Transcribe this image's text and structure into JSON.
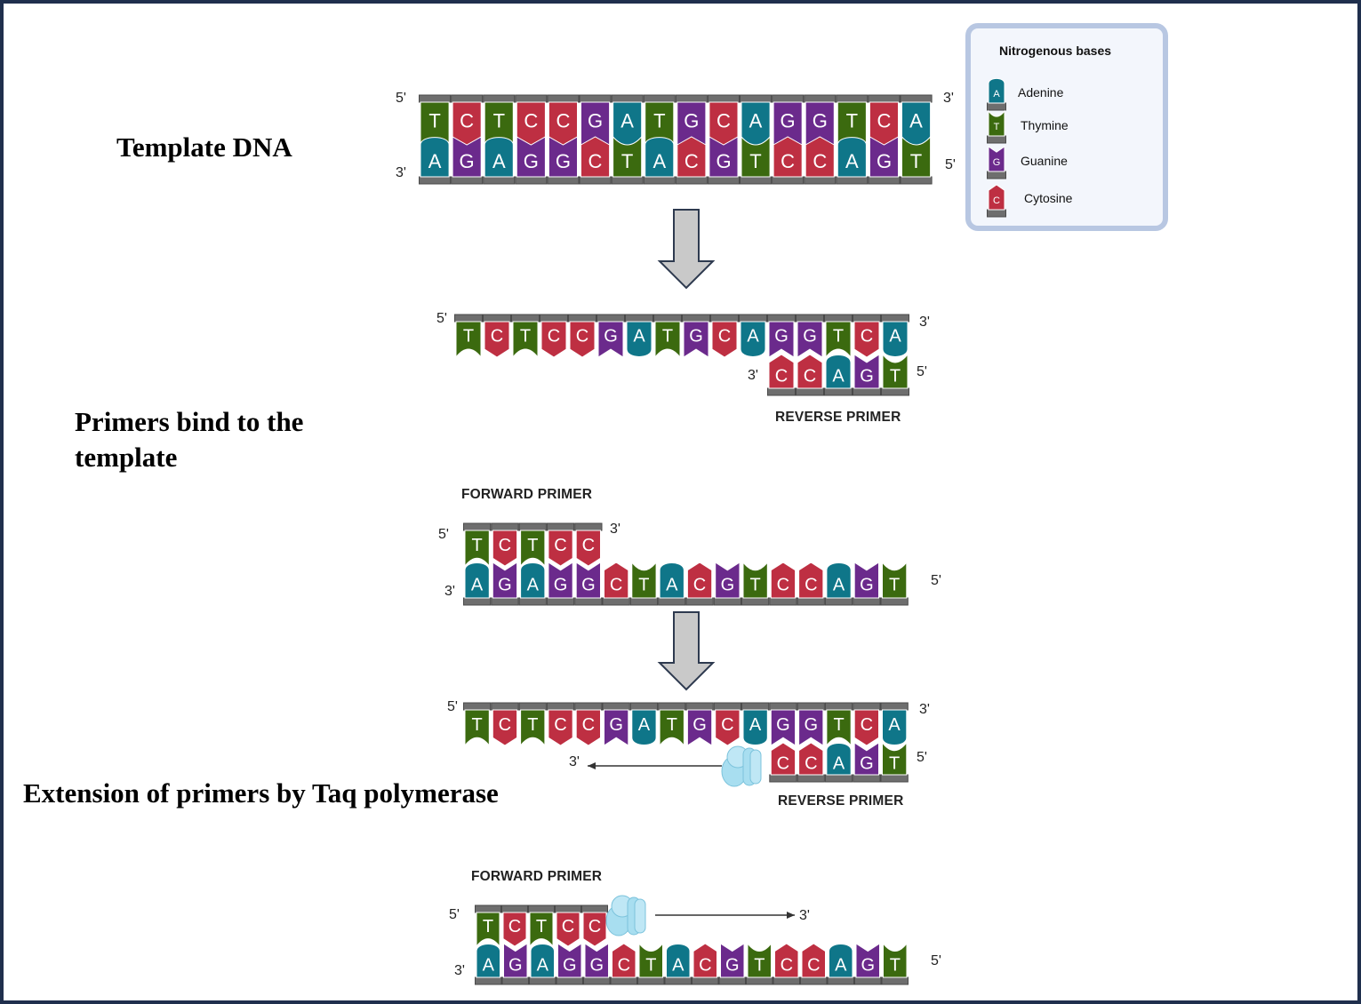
{
  "headings": {
    "template": "Template DNA",
    "primers_bind": "Primers bind to the template",
    "extension": "Extension of primers by Taq polymerase"
  },
  "legend": {
    "title": "Nitrogenous bases",
    "items": [
      {
        "letter": "A",
        "name": "Adenine"
      },
      {
        "letter": "T",
        "name": "Thymine"
      },
      {
        "letter": "G",
        "name": "Guanine"
      },
      {
        "letter": "C",
        "name": "Cytosine"
      }
    ]
  },
  "primes": {
    "five": "5'",
    "three": "3'"
  },
  "labels": {
    "reverse_primer": "REVERSE PRIMER",
    "forward_primer": "FORWARD PRIMER"
  },
  "sequences": {
    "template_top": "TCTCCGATGCAGGTCA",
    "template_bottom": "AGAGGCTACGTCCAGT",
    "reverse_primer": "CCAGT",
    "forward_primer": "TCTCC"
  },
  "colors": {
    "A": "#0f7689",
    "T": "#3b6a0f",
    "G": "#6b2a8c",
    "C": "#be2f42",
    "backbone": "#6e6e6e",
    "border": "#1f2f4d",
    "polymerase": "#a8def0"
  }
}
